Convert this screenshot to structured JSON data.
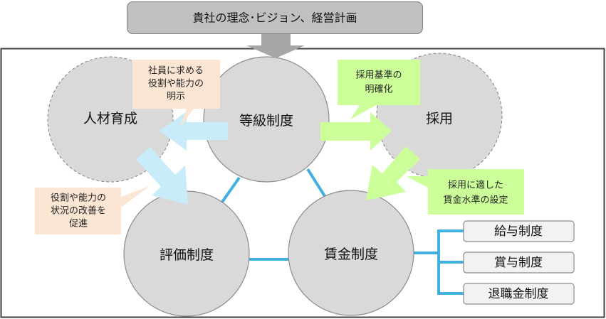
{
  "top_box": {
    "label": "貴社の理念･ビジョン、経営計画"
  },
  "nodes": {
    "talent_development": {
      "label": "人材育成",
      "style": "dashed"
    },
    "grade_system": {
      "label": "等級制度",
      "style": "solid"
    },
    "recruitment": {
      "label": "採用",
      "style": "dashed"
    },
    "evaluation_system": {
      "label": "評価制度",
      "style": "solid"
    },
    "wage_system": {
      "label": "賃金制度",
      "style": "solid"
    }
  },
  "callouts": {
    "role_clarification": {
      "lines": [
        "社員に求める",
        "役割や能力の",
        "明示"
      ]
    },
    "recruit_criteria": {
      "lines": [
        "採用基準の",
        "明確化"
      ]
    },
    "wage_level": {
      "lines": [
        "採用に適した",
        "賃金水準の設定"
      ]
    },
    "improvement": {
      "lines": [
        "役割や能力の",
        "状況の改善を",
        "促進"
      ]
    }
  },
  "sub_systems": [
    {
      "label": "給与制度"
    },
    {
      "label": "賞与制度"
    },
    {
      "label": "退職金制度"
    }
  ],
  "colors": {
    "circle_fill": "#d9d9d9",
    "circle_stroke": "#8c8c8c",
    "connector": "#41b0e0",
    "blue_arrow": "#c9ecfa",
    "green_arrow": "#ccff99",
    "peach_callout": "#fbe5d3",
    "green_callout": "#ccff99",
    "top_box_fill": "#c0c0c0",
    "down_arrow": "#a6a6a6",
    "frame": "#404040"
  }
}
